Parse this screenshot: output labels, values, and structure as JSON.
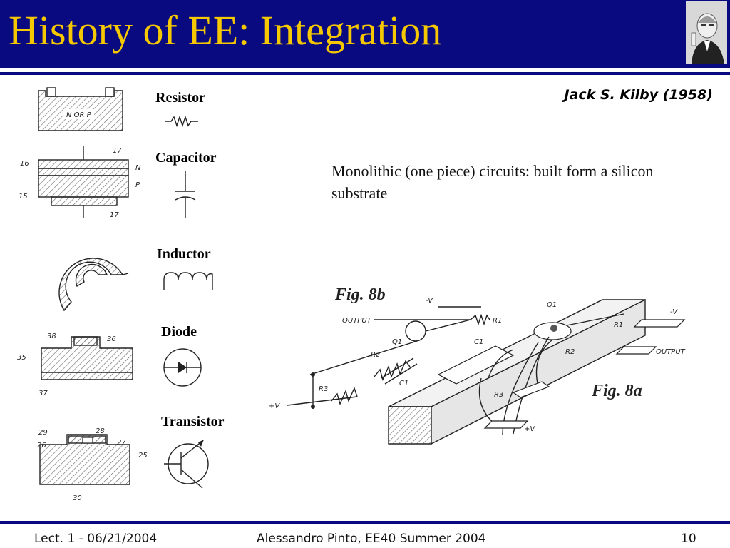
{
  "slide": {
    "title": "History of EE: Integration",
    "author": "Jack S. Kilby (1958)",
    "description": "Monolithic (one piece) circuits: built form a silicon substrate"
  },
  "components": {
    "resistor": "Resistor",
    "capacitor": "Capacitor",
    "inductor": "Inductor",
    "diode": "Diode",
    "transistor": "Transistor"
  },
  "drawing_text": {
    "resistor_body": "N OR P",
    "cap_n": "N",
    "cap_p": "P",
    "cap_16": "16",
    "cap_17a": "17",
    "cap_15": "15",
    "cap_17b": "17",
    "diode_38": "38",
    "diode_36": "36",
    "diode_35": "35",
    "diode_37": "37",
    "tr_29": "29",
    "tr_28": "28",
    "tr_27": "27",
    "tr_26": "26",
    "tr_25": "25",
    "tr_30": "30"
  },
  "patent_figure": {
    "fig_b": "Fig. 8b",
    "fig_a": "Fig. 8a",
    "output": "OUTPUT",
    "output2": "OUTPUT",
    "minus_v": "-V",
    "minus_v2": "-V",
    "plus_v": "+V",
    "plus_v2": "+V",
    "q1": "Q1",
    "q1b": "Q1",
    "r1": "R1",
    "r1b": "R1",
    "r2": "R2",
    "r2b": "R2",
    "r3": "R3",
    "r3b": "R3",
    "c1": "C1",
    "c1b": "C1"
  },
  "footer": {
    "left": "Lect. 1 - 06/21/2004",
    "center": "Alessandro Pinto, EE40 Summer 2004",
    "page": "10"
  },
  "colors": {
    "title_bar": "#0a0a80",
    "title_text": "#f5c800"
  }
}
